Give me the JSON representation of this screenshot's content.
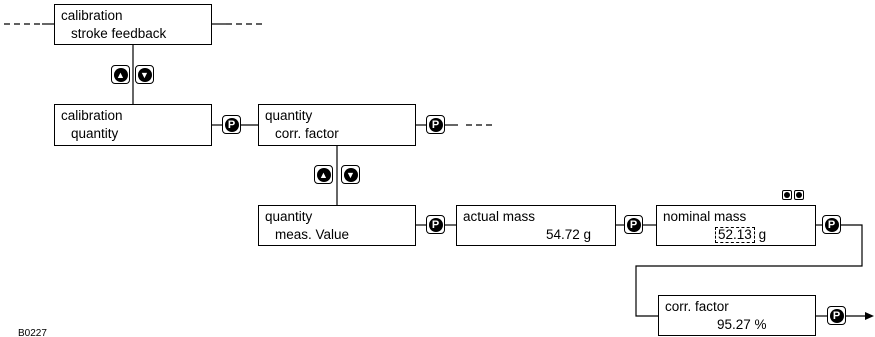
{
  "boxes": {
    "cal_stroke": {
      "line1": "calibration",
      "line2": "stroke feedback"
    },
    "cal_quantity": {
      "line1": "calibration",
      "line2": "quantity"
    },
    "qty_corr": {
      "line1": "quantity",
      "line2": "corr. factor"
    },
    "qty_meas": {
      "line1": "quantity",
      "line2": "meas. Value"
    },
    "actual_mass": {
      "line1": "actual mass",
      "value": "54.72 g"
    },
    "nominal_mass": {
      "line1": "nominal mass",
      "value": "52.13",
      "unit": "g"
    },
    "corr_factor": {
      "line1": "corr. factor",
      "value": "95.27 %"
    }
  },
  "buttons": {
    "p": "P",
    "up": "▲",
    "down": "▼"
  },
  "figure_code": "B0227"
}
